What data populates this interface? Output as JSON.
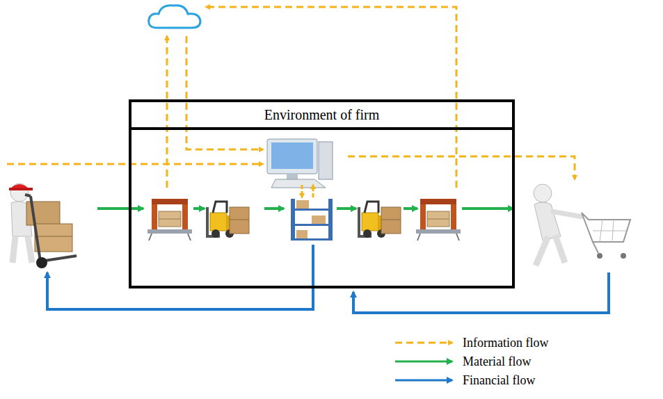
{
  "diagram": {
    "nodes": [
      {
        "text": [
          "Environment of firm"
        ]
      }
    ],
    "legend": [
      {
        "text": "Information flow"
      },
      {
        "text": "Material flow"
      },
      {
        "text": "Financial flow"
      }
    ]
  }
}
